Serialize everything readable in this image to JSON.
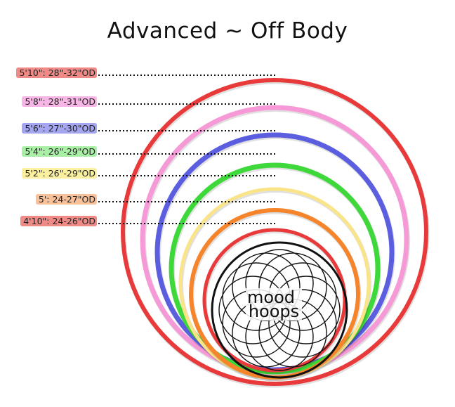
{
  "title": "Advanced ~ Off Body",
  "sizes": [
    {
      "label": "5'10\": 28\"-32\"OD",
      "ring_color": "#e83a3a",
      "label_bg": "#ef8a86"
    },
    {
      "label": "5'8\": 28\"-31\"OD",
      "ring_color": "#f59ad7",
      "label_bg": "#f8b6e6"
    },
    {
      "label": "5'6\": 27\"-30\"OD",
      "ring_color": "#5c5ee0",
      "label_bg": "#a4a6f2"
    },
    {
      "label": "5'4\": 26\"-29\"OD",
      "ring_color": "#3ed83a",
      "label_bg": "#a9f0a6"
    },
    {
      "label": "5'2\": 26\"-29\"OD",
      "ring_color": "#f9e48a",
      "label_bg": "#fbf09e"
    },
    {
      "label": "5': 24-27\"OD",
      "ring_color": "#f5842a",
      "label_bg": "#f9c19a"
    },
    {
      "label": "4'10\": 24-26\"OD",
      "ring_color": "#e83a3a",
      "label_bg": "#ef8a86"
    }
  ],
  "logo": {
    "line1": "mood",
    "line2": "hoops"
  }
}
